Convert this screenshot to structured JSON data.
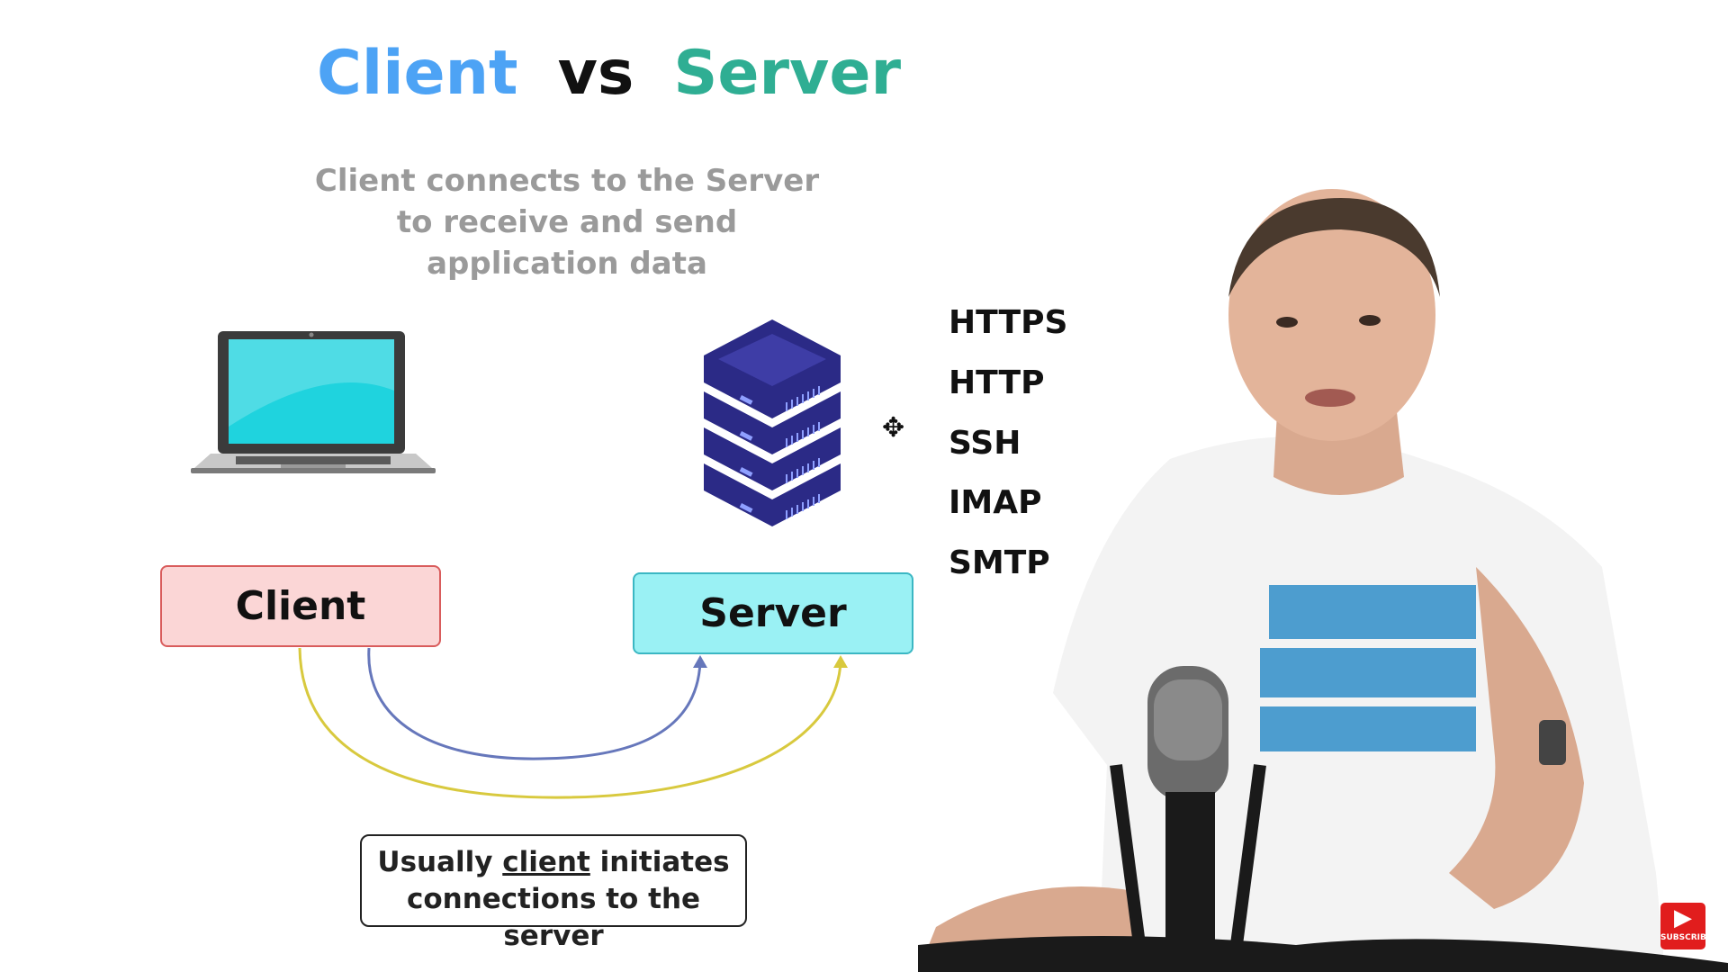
{
  "title": {
    "client": "Client",
    "vs": "vs",
    "server": "Server"
  },
  "subtitle": "Client connects to the Server to receive and send application data",
  "diagram": {
    "client_label": "Client",
    "server_label": "Server",
    "protocols": [
      "HTTPS",
      "HTTP",
      "SSH",
      "IMAP",
      "SMTP"
    ]
  },
  "note": {
    "before": "Usually ",
    "underlined": "client",
    "after": " initiates connections to the server"
  },
  "subscribe_label": "SUBSCRIBE",
  "colors": {
    "client_title": "#4da3f5",
    "server_title": "#2fae93",
    "client_box_fill": "#fbd6d6",
    "server_box_fill": "#9af1f4",
    "arrow_blue": "#6677bb",
    "arrow_yellow": "#d8c93e",
    "server_icon": "#2b2a86",
    "laptop_screen": "#1fd3de"
  },
  "icons": [
    "laptop-icon",
    "server-stack-icon",
    "move-cursor-icon",
    "subscribe-play-icon"
  ]
}
